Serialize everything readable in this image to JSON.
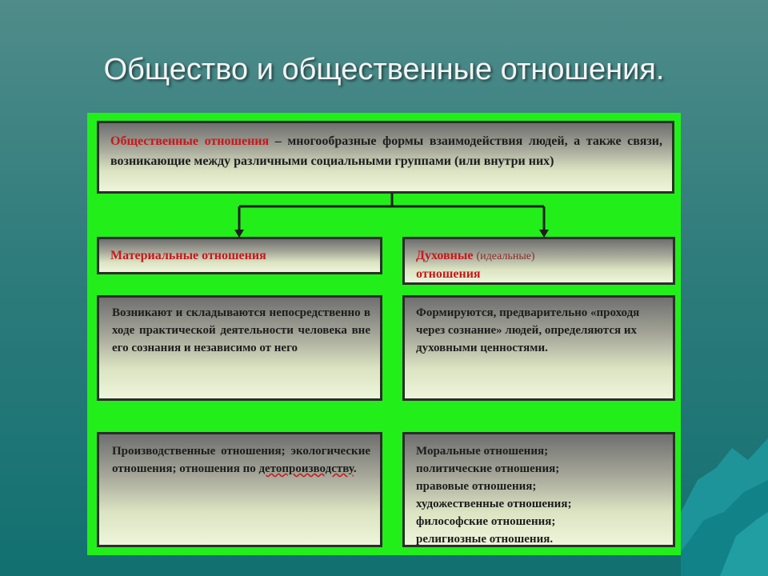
{
  "slide": {
    "title": "Общество и общественные отношения."
  },
  "definition": {
    "term": "Общественные отношения",
    "dash": " – ",
    "text": "многообразные формы взаимодействия людей, а также связи, возникающие между различными социальными группами (или внутри них)"
  },
  "material": {
    "heading": "Материальные отношения",
    "description": "Возникают и складываются непосредственно в ходе практической деятельности человека вне его сознания и независимо от него",
    "examples_text": "Производственные отношения; экологические отношения; отношения по ",
    "examples_underlined": "детопроизводству",
    "examples_end": "."
  },
  "spiritual": {
    "heading": "Духовные",
    "heading_note": "(идеальные)",
    "heading_tail": "отношения",
    "description": "Формируются, предварительно «проходя через сознание» людей, определяются их духовными ценностями.",
    "examples": [
      "Моральные отношения;",
      "политические отношения;",
      "правовые отношения;",
      "художественные отношения;",
      "философские отношения;",
      "религиозные отношения."
    ]
  },
  "colors": {
    "diagram_background": "#22ef1a",
    "accent_red": "#c8171b",
    "slide_background": "#2f7c7c"
  }
}
